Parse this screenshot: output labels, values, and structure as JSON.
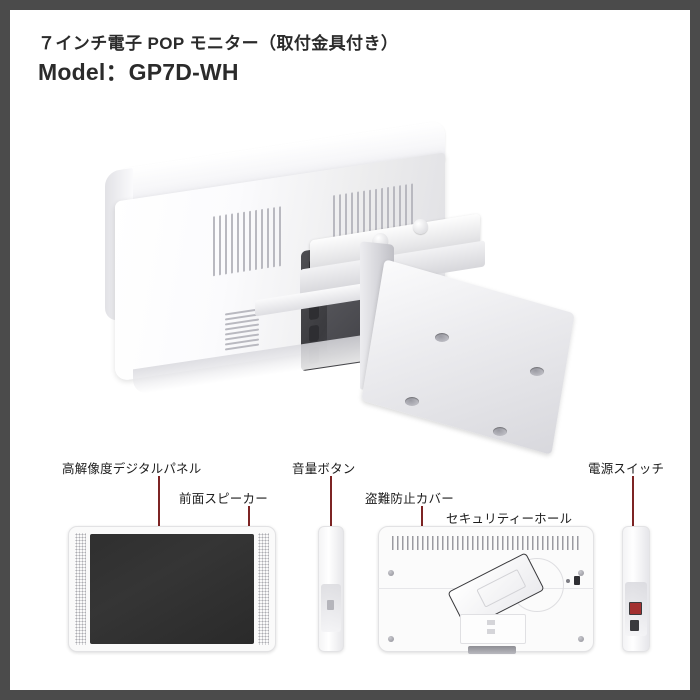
{
  "frame": {
    "border_color": "#4b4b4b",
    "background": "#ffffff"
  },
  "header": {
    "product_title": "７インチ電子 POP モニター（取付金具付き）",
    "model_line": "Model：GP7D-WH"
  },
  "hero": {
    "name": "7-inch POP monitor rear three-quarter view with mounting bracket",
    "parts": [
      "monitor-body",
      "vent-slots",
      "mounting-bracket-arm",
      "mounting-bracket-base"
    ]
  },
  "callouts": {
    "line_color": "#7d2424",
    "items": [
      {
        "id": "hires-panel",
        "label": "高解像度デジタルパネル"
      },
      {
        "id": "front-speaker",
        "label": "前面スピーカー"
      },
      {
        "id": "volume-button",
        "label": "音量ボタン"
      },
      {
        "id": "anti-theft-cover",
        "label": "盗難防止カバー"
      },
      {
        "id": "security-hole",
        "label": "セキュリティーホール"
      },
      {
        "id": "power-switch",
        "label": "電源スイッチ"
      }
    ]
  },
  "views": [
    {
      "id": "front-view",
      "name": "front face with display and side speaker grilles"
    },
    {
      "id": "left-side-view",
      "name": "thin side profile with volume button"
    },
    {
      "id": "rear-view",
      "name": "rear panel with vents, anti-theft cover, security hole"
    },
    {
      "id": "right-side-view",
      "name": "side profile with power switch and jack"
    }
  ]
}
